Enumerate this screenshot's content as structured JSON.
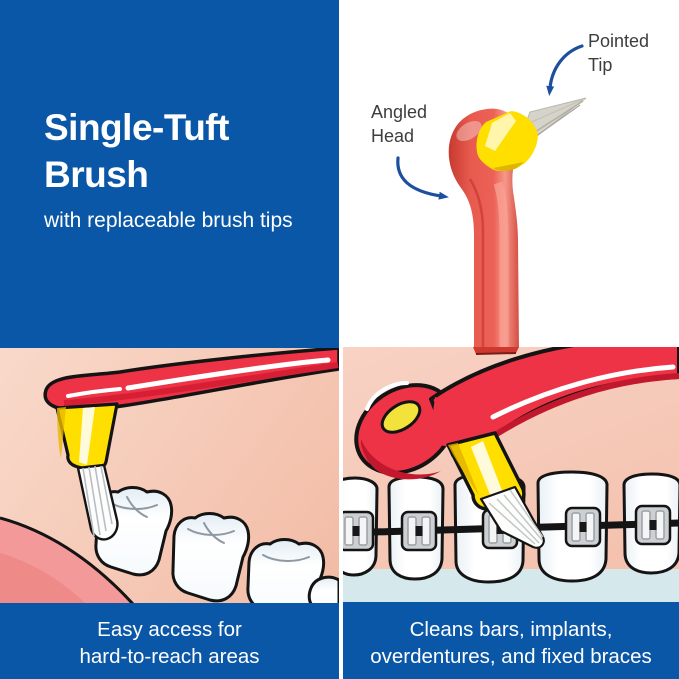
{
  "intro": {
    "title_line1": "Single-Tuft",
    "title_line2": "Brush",
    "subtitle": "with replaceable brush tips"
  },
  "product": {
    "pointed_tip_label": "Pointed Tip",
    "angled_head_label": "Angled Head"
  },
  "captions": {
    "left_line1": "Easy access for",
    "left_line2": "hard-to-reach areas",
    "right_line1": "Cleans bars, implants,",
    "right_line2": "overdentures, and fixed braces"
  },
  "colors": {
    "accent_blue": "#0B57A7",
    "arrow_blue": "#1E4F9F",
    "label_text": "#3D3D3D",
    "heading_text": "#FFFFFF",
    "cartoon_red": "#EE3347",
    "cartoon_red_dark": "#C2182E",
    "photo_red": "#E85A4E",
    "brush_yellow": "#FFDF00",
    "bristle_gray": "#D6D3CA",
    "gum_pink": "#F4999A",
    "mouth_salmon": "#F5C7B2",
    "tooth_white": "#FFFFFF",
    "braces_gray": "#CDD0D2",
    "inner_mouth_blue": "#D5E9EC",
    "outline_black": "#141414"
  }
}
